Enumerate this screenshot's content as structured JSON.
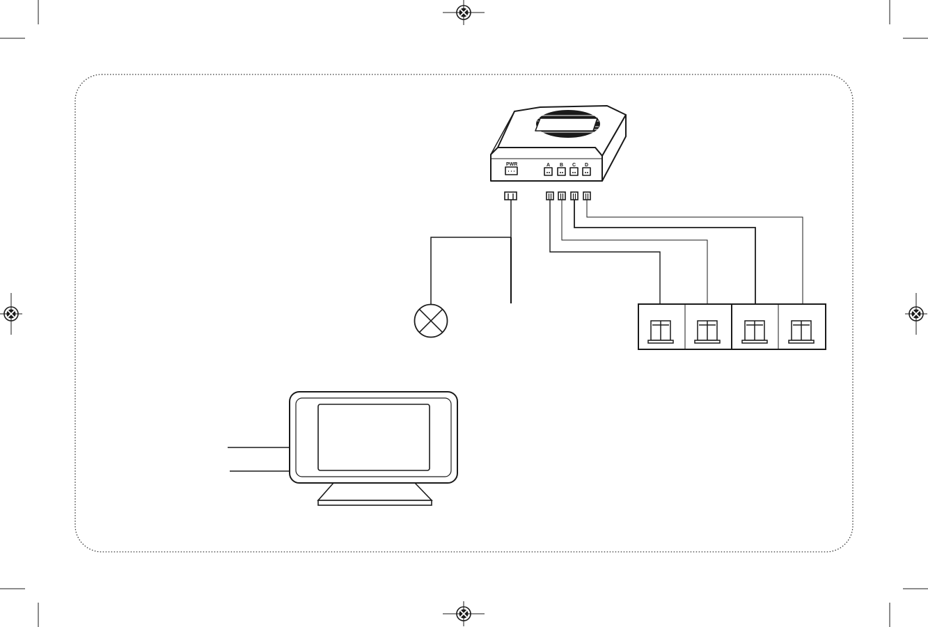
{
  "colors": {
    "ink": "#1a1a1a",
    "background": "#ffffff",
    "frame": "#333333"
  },
  "control_unit": {
    "ports": {
      "pwr": "PWR",
      "a": "A",
      "b": "B",
      "c": "C",
      "d": "D"
    }
  },
  "icons": {
    "registration_marks": "crosshair-target-icon",
    "lamp": "lamp-x-icon",
    "sensors": "sensor-bracket-icon",
    "monitor": "display-monitor-icon"
  }
}
